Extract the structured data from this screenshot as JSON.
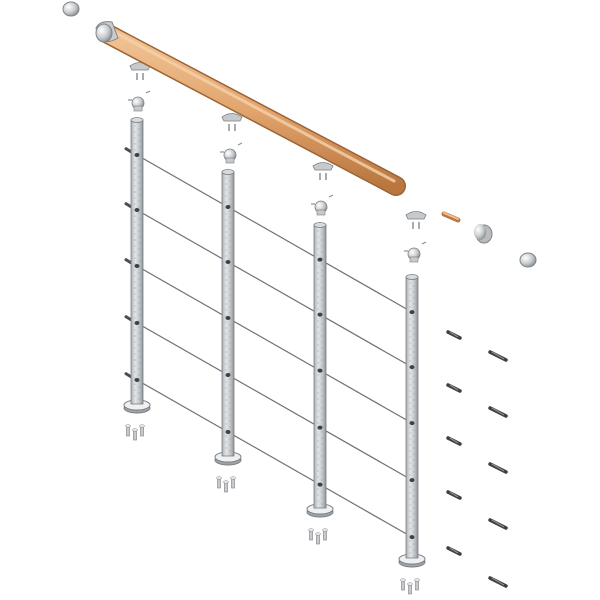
{
  "diagram": {
    "kind": "exploded-assembly",
    "post_count": 4,
    "cable_count_per_span": 5,
    "colors": {
      "background": "#ffffff",
      "wood": "#e2a56e",
      "wood_dark": "#c07a45",
      "metal": "#c7cacd",
      "metal_dark": "#8b9094",
      "metal_light": "#eef0f1",
      "cable": "#6f7376",
      "outline": "#7a7e82"
    },
    "parts": {
      "handrail": "wooden-handrail",
      "posts": "steel-post",
      "cables": "tension-cable",
      "brackets": "handrail-bracket",
      "end_caps": "end-cap",
      "connector_pin": "wooden-dowel",
      "tensioners": "cable-tensioner",
      "fasteners": "anchor-screw"
    }
  }
}
